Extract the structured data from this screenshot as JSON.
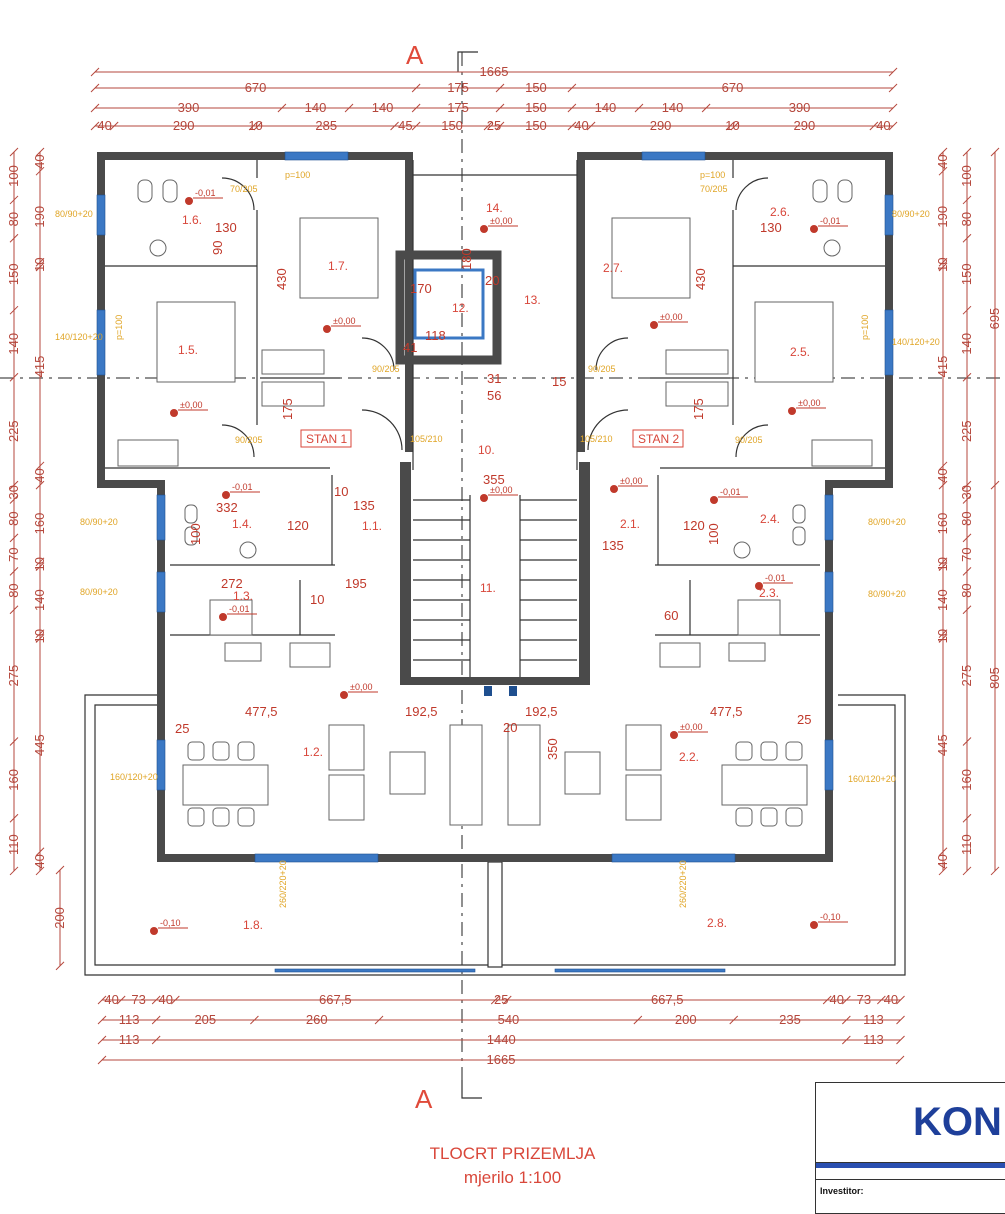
{
  "drawing": {
    "title": "TLOCRT PRIZEMLJA",
    "scale": "mjerilo 1:100",
    "section_marker": "A"
  },
  "logo": {
    "text": "KON",
    "investor_label": "Investitor:"
  },
  "colors": {
    "dimension": "#b5473c",
    "wall": "#4a4a4a",
    "window": "#3b78c4",
    "annotation": "#e0a526",
    "room_label": "#d8463a",
    "logo": "#1e3f9a"
  },
  "dimensions": {
    "top": [
      [
        "1665"
      ],
      [
        "670",
        "175",
        "150",
        "670"
      ],
      [
        "390",
        "140",
        "140",
        "175",
        "150",
        "140",
        "140",
        "390"
      ],
      [
        "40",
        "290",
        "10",
        "285",
        "45",
        "150",
        "25",
        "150",
        "40",
        "290",
        "10",
        "290",
        "40"
      ]
    ],
    "bottom": [
      [
        "40",
        "73",
        "40",
        "667,5",
        "25",
        "667,5",
        "40",
        "73",
        "40"
      ],
      [
        "113",
        "205",
        "260",
        "540",
        "200",
        "235",
        "113"
      ],
      [
        "113",
        "1440",
        "113"
      ],
      [
        "1665"
      ]
    ],
    "left": [
      [
        "100",
        "80",
        "150",
        "140",
        "225",
        "30",
        "80",
        "70",
        "80",
        "275",
        "160",
        "110"
      ],
      [
        "40",
        "190",
        "10",
        "415",
        "40",
        "160",
        "10",
        "140",
        "10",
        "445",
        "40"
      ]
    ],
    "left_terrace": [
      "200"
    ],
    "right": [
      [
        "40",
        "190",
        "10",
        "415",
        "40",
        "160",
        "10",
        "140",
        "10",
        "445",
        "40"
      ],
      [
        "100",
        "80",
        "150",
        "140",
        "225",
        "30",
        "80",
        "70",
        "80",
        "275",
        "160",
        "110"
      ],
      [
        "695",
        "805"
      ]
    ]
  },
  "rooms": [
    "1.6.",
    "1.7.",
    "1.5.",
    "14.",
    "12.",
    "13.",
    "10.",
    "11.",
    "1.1.",
    "1.4.",
    "1.3.",
    "1.2.",
    "1.8.",
    "2.6.",
    "2.7.",
    "2.5.",
    "2.1.",
    "2.4.",
    "2.3.",
    "2.2.",
    "2.8."
  ],
  "unit_tags": [
    "STAN 1",
    "STAN 2"
  ],
  "levels": [
    "-0,01",
    "±0,00",
    "±0,00",
    "±0,00",
    "±0,00",
    "±0,00",
    "±0,00",
    "±0,00",
    "-0,01",
    "-0,01",
    "-0,01",
    "-0,01",
    "-0,01",
    "±0,00",
    "±0,00",
    "-0,10",
    "-0,10"
  ],
  "inner_dimensions": [
    "430",
    "130",
    "90",
    "170",
    "180",
    "118",
    "41",
    "20",
    "355",
    "332",
    "120",
    "100",
    "135",
    "272",
    "195",
    "10",
    "477,5",
    "192,5",
    "192,5",
    "477,5",
    "25",
    "25",
    "20",
    "350",
    "175",
    "175",
    "31",
    "56",
    "15",
    "10",
    "120",
    "100",
    "135",
    "60",
    "430",
    "130"
  ],
  "openings": [
    "70/205",
    "90/205",
    "90/205",
    "105/210",
    "140/120+20",
    "80/90+20",
    "80/90+20",
    "80/90+20",
    "160/120+20",
    "260/220+20",
    "p=100",
    "p=100",
    "70/205",
    "90/205",
    "90/205",
    "105/210",
    "140/120+20",
    "80/90+20",
    "80/90+20",
    "80/90+20",
    "160/120+20",
    "260/220+20",
    "p=100",
    "p=100"
  ]
}
